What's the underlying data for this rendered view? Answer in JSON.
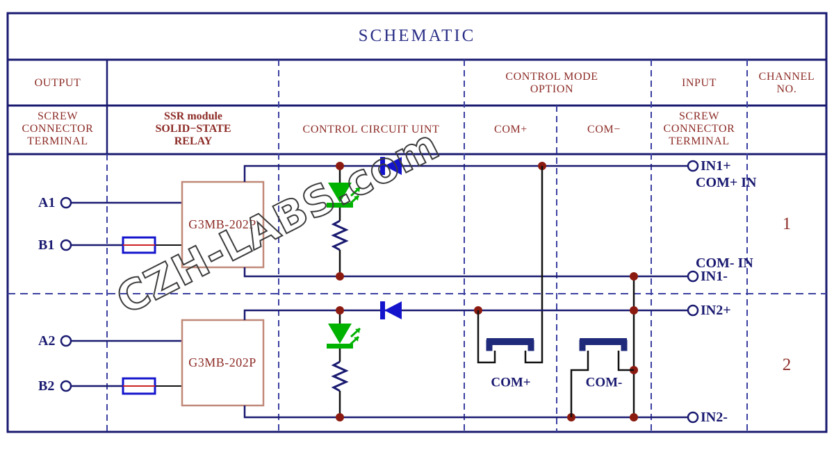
{
  "document": {
    "title": "SCHEMATIC",
    "watermark": "CZH-LABS.com"
  },
  "colors": {
    "border": "#191970",
    "wire": "#191970",
    "header_text": "#8c2b26",
    "terminal_text": "#191970",
    "led": "#00b200",
    "diode": "#1414cd",
    "junction": "#8b1a10",
    "relay_box": "#c08878",
    "fuse_outline": "#1414cd",
    "fuse_fill": "#cc2222",
    "jumper": "#1f2a7a"
  },
  "header": {
    "group_row": [
      {
        "label": "OUTPUT"
      },
      {
        "label": ""
      },
      {
        "label": ""
      },
      {
        "label": "CONTROL MODE\nOPTION"
      },
      {
        "label": "INPUT"
      },
      {
        "label": "CHANNEL\nNO."
      }
    ],
    "detail_row": [
      {
        "label": "SCREW\nCONNECTOR\nTERMINAL"
      },
      {
        "label": "SSR module\nSOLID−STATE\nRELAY"
      },
      {
        "label": "CONTROL CIRCUIT UINT"
      },
      {
        "label": "COM+"
      },
      {
        "label": "COM−"
      },
      {
        "label": "SCREW\nCONNECTOR\nTERMINAL"
      },
      {
        "label": ""
      }
    ]
  },
  "channels": [
    {
      "number": "1",
      "output_terminals": [
        {
          "label": "A1"
        },
        {
          "label": "B1"
        }
      ],
      "relay_part": "G3MB-202P",
      "input_terminals": [
        {
          "label": "IN1+"
        },
        {
          "label": "IN1-"
        }
      ],
      "input_notes": [
        {
          "label": "COM+ IN"
        },
        {
          "label": "COM- IN"
        }
      ]
    },
    {
      "number": "2",
      "output_terminals": [
        {
          "label": "A2"
        },
        {
          "label": "B2"
        }
      ],
      "relay_part": "G3MB-202P",
      "input_terminals": [
        {
          "label": "IN2+"
        },
        {
          "label": "IN2-"
        }
      ],
      "input_notes": []
    }
  ],
  "control_mode_jumpers": [
    {
      "label": "COM+"
    },
    {
      "label": "COM-"
    }
  ],
  "components": {
    "led_name": "status-led",
    "diode_name": "protection-diode",
    "resistor_name": "current-limit-resistor",
    "fuse_name": "output-fuse"
  }
}
